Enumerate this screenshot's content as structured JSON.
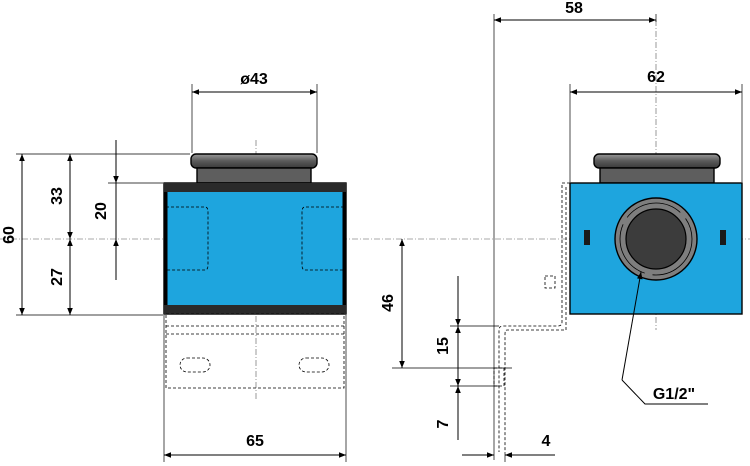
{
  "drawing": {
    "colors": {
      "body_blue": "#1EA5DE",
      "band_dark": "#2A2A2A",
      "cap_gray": "#6E6E6E",
      "port_ring": "#7E7E7E",
      "port_core": "#3C3C3C",
      "line": "#000000"
    },
    "dimensions": {
      "overall_height": "60",
      "upper_height": "33",
      "lower_height": "27",
      "coil_offset": "20",
      "cap_diameter": "ø43",
      "body_width": "65",
      "side_center_offset": "58",
      "side_width": "62",
      "mount_height": "46",
      "bracket_height": "15",
      "slot_height": "7",
      "bracket_thickness": "4"
    },
    "callouts": {
      "port_thread": "G1/2\""
    }
  }
}
